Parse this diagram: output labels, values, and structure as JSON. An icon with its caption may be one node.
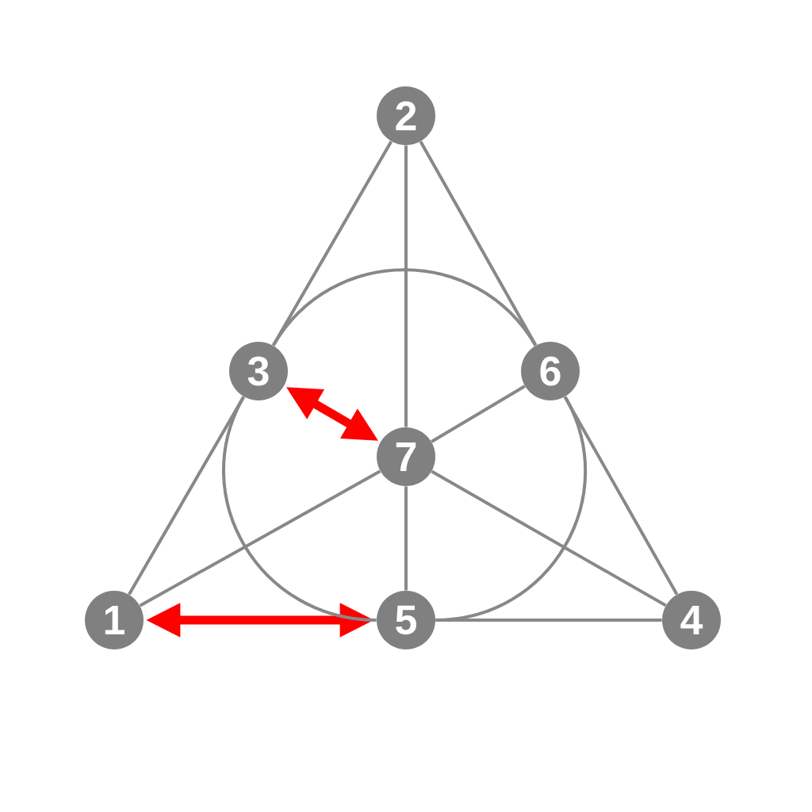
{
  "diagram": {
    "nodes": [
      {
        "text": [
          "1"
        ]
      },
      {
        "text": [
          "2"
        ]
      },
      {
        "text": [
          "3"
        ]
      },
      {
        "text": [
          "4"
        ]
      },
      {
        "text": [
          "5"
        ]
      },
      {
        "text": [
          "6"
        ]
      },
      {
        "text": [
          "7"
        ]
      }
    ],
    "edges": [
      {
        "from": 0,
        "to": 2,
        "arrow": "none"
      },
      {
        "from": 2,
        "to": 1,
        "arrow": "none"
      },
      {
        "from": 1,
        "to": 5,
        "arrow": "none"
      },
      {
        "from": 5,
        "to": 3,
        "arrow": "none"
      },
      {
        "from": 0,
        "to": 4,
        "arrow": "both",
        "style": "thick",
        "color": "#ff0000"
      },
      {
        "from": 4,
        "to": 3,
        "arrow": "none"
      },
      {
        "from": 0,
        "to": 6,
        "arrow": "none"
      },
      {
        "from": 6,
        "to": 5,
        "arrow": "none"
      },
      {
        "from": 1,
        "to": 6,
        "arrow": "none"
      },
      {
        "from": 6,
        "to": 4,
        "arrow": "none"
      },
      {
        "from": 3,
        "to": 6,
        "arrow": "none"
      },
      {
        "from": 6,
        "to": 2,
        "arrow": "both",
        "style": "thick",
        "color": "#ff0000"
      },
      {
        "from": 2,
        "to": 5,
        "arrow": "none"
      },
      {
        "from": 5,
        "to": 4,
        "arrow": "none"
      },
      {
        "from": 4,
        "to": 2,
        "arrow": "none"
      }
    ]
  }
}
